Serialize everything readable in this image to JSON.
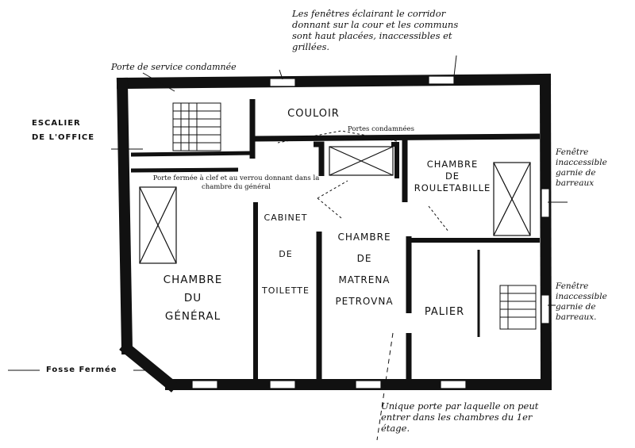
{
  "notes": {
    "windows_top": "Les fenêtres éclairant le corridor donnant sur la cour et les communs sont haut placées, inaccessibles et grillées.",
    "service_door": "Porte de service condamnée",
    "escalier_office": "ESCALIER\nDE L'OFFICE",
    "portes_condamnees": "Portes condamnées",
    "porte_fermee": "Porte fermée à clef et au verrou donnant dans la chambre du général",
    "fenetre_right_top": "Fenêtre inaccessible garnie de barreaux",
    "fenetre_right_bottom": "Fenêtre inaccessible garnie de barreaux.",
    "fosse": "Fosse Fermée",
    "unique_porte": "Unique porte par laquelle on peut entrer dans les chambres du 1er étage."
  },
  "rooms": {
    "couloir": "COULOIR",
    "chambre_rouletabille": "CHAMBRE\nDE\nROULETABILLE",
    "cabinet_toilette": "CABINET\nDE\nTOILETTE",
    "chambre_matrena": "CHAMBRE\nDE\nMATRENA\nPETROVNA",
    "chambre_general": "CHAMBRE\nDU\nGÉNÉRAL",
    "palier": "PALIER"
  }
}
